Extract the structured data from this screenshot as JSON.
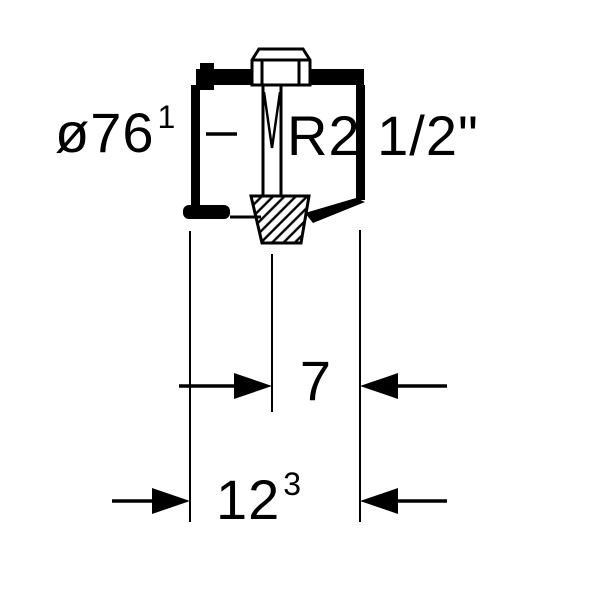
{
  "labels": {
    "diameter": "ø76",
    "diameter_sup": "1",
    "thread": "R2 1/2\"",
    "dim_inner": "7",
    "dim_outer": "12",
    "dim_outer_sup": "3"
  },
  "colors": {
    "line": "#000000",
    "background": "#ffffff"
  }
}
